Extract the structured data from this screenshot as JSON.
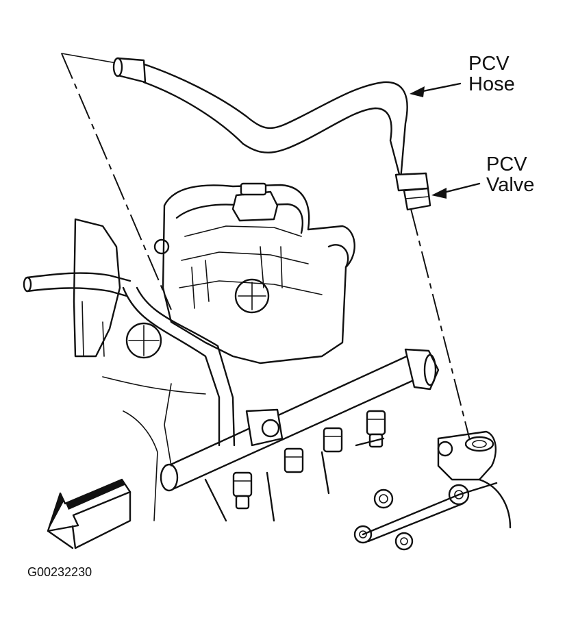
{
  "labels": {
    "pcv_hose_line1": "PCV",
    "pcv_hose_line2": "Hose",
    "pcv_valve_line1": "PCV",
    "pcv_valve_line2": "Valve"
  },
  "figure_id": "G00232230",
  "icons": {
    "front_arrow": "front-direction-arrow-icon"
  },
  "colors": {
    "ink": "#111111",
    "background": "#ffffff"
  }
}
